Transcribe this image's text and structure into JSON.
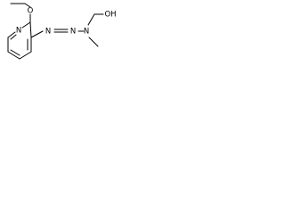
{
  "structure": {
    "atoms": {
      "methoxy_oxygen": "O",
      "ring_nitrogen": "N",
      "azo_n1": "N",
      "azo_n2": "N",
      "amine_nitrogen": "N",
      "hydroxyl": "OH"
    },
    "colors": {
      "bond": "#000000",
      "label": "#000000",
      "background": "#ffffff"
    }
  }
}
